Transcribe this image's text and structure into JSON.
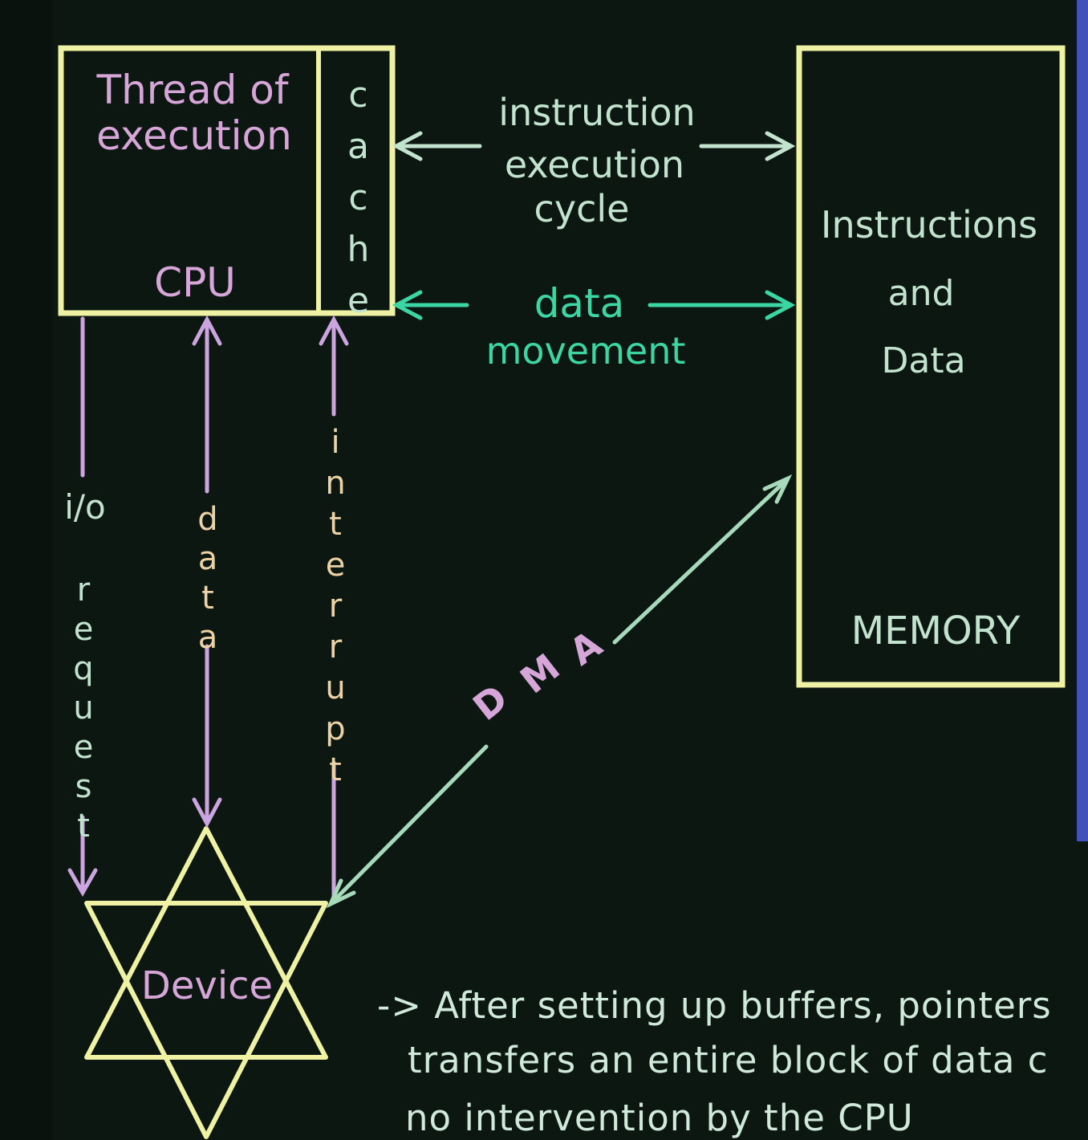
{
  "colors": {
    "bg": "#0d1712",
    "yellow": "#eff2a2",
    "pink": "#d7a6d8",
    "violet": "#cba4e0",
    "mint": "#c2e4ce",
    "teal": "#3bd6a4",
    "cream": "#ecd2a4",
    "dma": "#a6dabb",
    "blue": "#4351bb",
    "note": "#cfe9da"
  },
  "cpu": {
    "title_line1": "Thread of",
    "title_line2": "execution",
    "label": "CPU",
    "cache_label": "cache"
  },
  "memory": {
    "content_line1": "Instructions",
    "content_line2": "and",
    "content_line3": "Data",
    "label": "MEMORY"
  },
  "buses": {
    "instruction_cycle": {
      "line1": "instruction",
      "line2": "execution",
      "line3": "cycle"
    },
    "data_movement": {
      "line1": "data",
      "line2": "movement"
    }
  },
  "device_channels": {
    "io_label": "i/o",
    "request_label": "request",
    "data_label": "data",
    "interrupt_label": "interrupt"
  },
  "device": {
    "label": "Device"
  },
  "dma": {
    "letter1": "D",
    "letter2": "M",
    "letter3": "A"
  },
  "notes": {
    "line1": "-> After setting up buffers, pointers",
    "line2": "transfers an entire block of data c",
    "line3": "no intervention by the CPU"
  }
}
